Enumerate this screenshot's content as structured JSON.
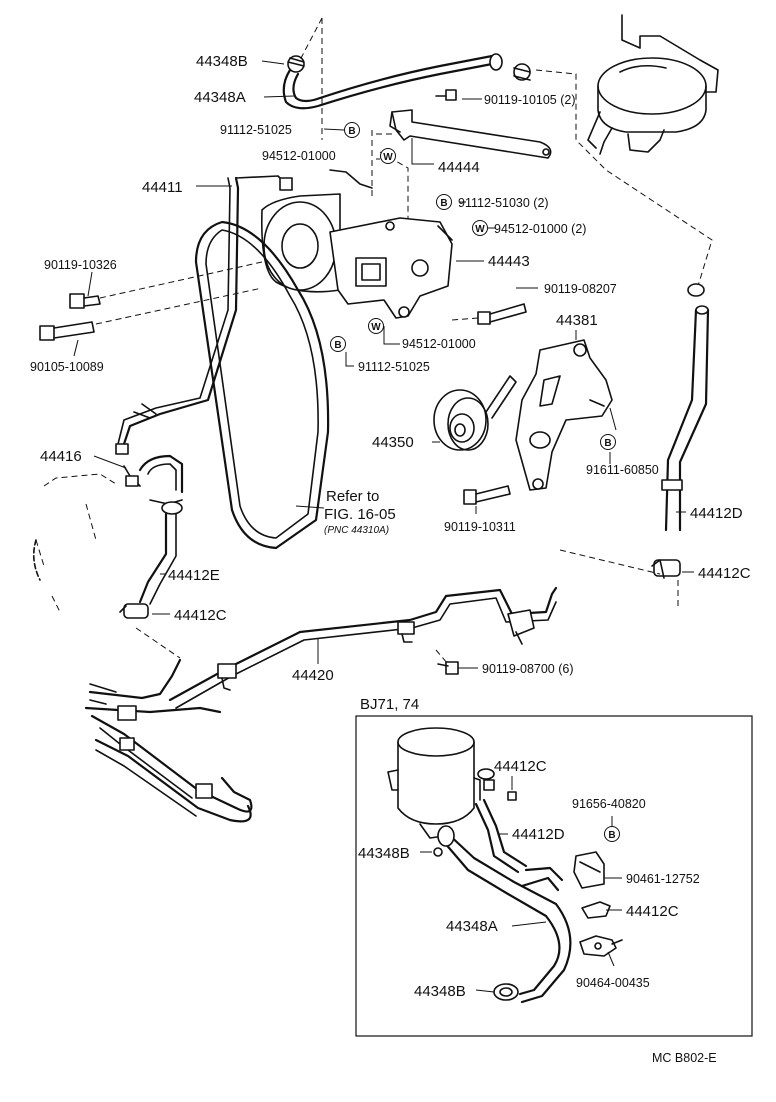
{
  "labels": {
    "p44348B_top": "44348B",
    "p44348A_top": "44348A",
    "p90119_10105": "90119-10105 (2)",
    "p91112_51025_top": "91112-51025",
    "p94512_01000_top": "94512-01000",
    "p44444": "44444",
    "p44411": "44411",
    "p91112_51030": "91112-51030 (2)",
    "p94512_01000_2": "94512-01000 (2)",
    "p90119_10326": "90119-10326",
    "p44443": "44443",
    "p90119_08207": "90119-08207",
    "p90105_10089": "90105-10089",
    "p94512_01000_mid": "94512-01000",
    "p44381": "44381",
    "p91112_51025_mid": "91112-51025",
    "p44350": "44350",
    "p44416": "44416",
    "p91611_60850": "91611-60850",
    "refer_to": "Refer to",
    "fig": "FIG. 16-05",
    "pnc": "(PNC 44310A)",
    "p90119_10311": "90119-10311",
    "p44412D_right": "44412D",
    "p44412E": "44412E",
    "p44412C_right": "44412C",
    "p44412C_left": "44412C",
    "p44420": "44420",
    "p90119_08700": "90119-08700 (6)",
    "inset_title": "BJ71, 74",
    "in_44412C_top": "44412C",
    "in_91656_40820": "91656-40820",
    "in_44412D": "44412D",
    "in_44348B_top": "44348B",
    "in_90461_12752": "90461-12752",
    "in_44412C_bot": "44412C",
    "in_44348A": "44348A",
    "in_90464_00435": "90464-00435",
    "in_44348B_bot": "44348B",
    "footer": "MC  B802-E"
  },
  "symbols": {
    "bolt": "B",
    "washer": "W"
  }
}
